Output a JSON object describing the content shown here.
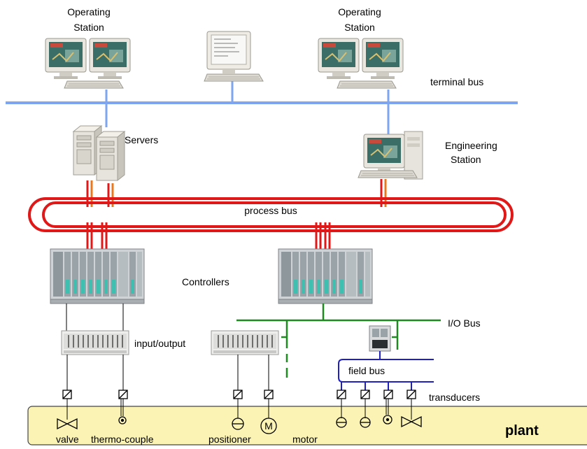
{
  "labels": {
    "operating_station_1_line1": "Operating",
    "operating_station_1_line2": "Station",
    "operating_station_2_line1": "Operating",
    "operating_station_2_line2": "Station",
    "terminal_bus": "terminal bus",
    "servers": "Servers",
    "engineering_station_line1": "Engineering",
    "engineering_station_line2": "Station",
    "process_bus": "process bus",
    "controllers": "Controllers",
    "io_bus": "I/O Bus",
    "input_output": "input/output",
    "field_bus": "field bus",
    "transducers": "transducers",
    "valve": "valve",
    "thermo_couple": "thermo-couple",
    "positioner": "positioner",
    "motor": "motor",
    "motor_symbol": "M",
    "plant": "plant"
  },
  "colors": {
    "terminal_bus": "#7ea6f0",
    "process_bus": "#e01818",
    "io_bus": "#1f8a1f",
    "field_bus": "#2020c0",
    "plant_fill": "#fbf3b4",
    "plant_border": "#444444",
    "station_connector": "#e87820"
  },
  "icons": [
    "workstation-icon",
    "server-tower-icon",
    "controller-rack-icon",
    "io-module-icon",
    "transducer-icon",
    "valve-icon",
    "thermocouple-icon",
    "positioner-icon",
    "motor-icon"
  ]
}
